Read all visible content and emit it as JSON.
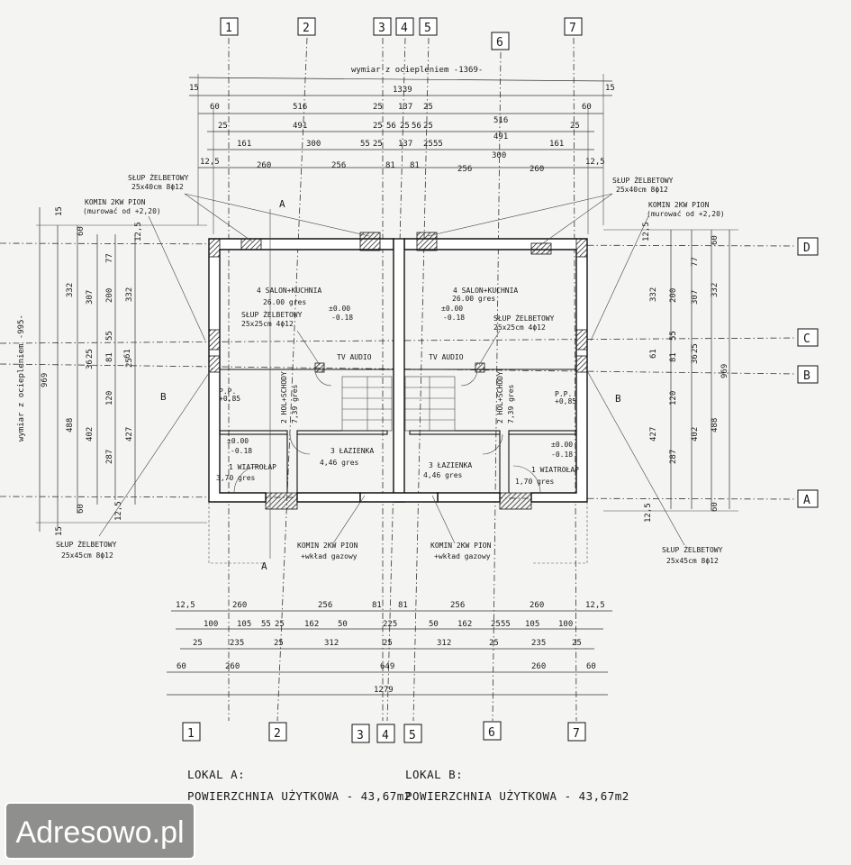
{
  "top_dims": {
    "overall_with_insulation": "wymiar z ociepleniem -1369-",
    "overall": "1339",
    "row1": [
      "15",
      "60",
      "516",
      "25",
      "137",
      "25",
      "516",
      "60",
      "15"
    ],
    "row2": [
      "25",
      "491",
      "25",
      "56",
      "25",
      "56",
      "25",
      "491",
      "25"
    ],
    "row3": [
      "161",
      "300",
      "55",
      "25",
      "137",
      "25",
      "55",
      "300",
      "161"
    ],
    "row4": [
      "12,5",
      "260",
      "256",
      "81",
      "81",
      "256",
      "260",
      "12,5"
    ]
  },
  "axes": {
    "top": [
      "1",
      "2",
      "3",
      "4",
      "5",
      "6",
      "7"
    ],
    "bottom": [
      "1",
      "2",
      "3",
      "4",
      "5",
      "6",
      "7"
    ],
    "right": [
      "D",
      "C",
      "B",
      "A"
    ]
  },
  "left_dims": {
    "overall_with_insulation": "wymiar z ociepleniem -995-",
    "overall": "969",
    "row_a": [
      "15",
      "60",
      "12,5",
      "332",
      "488",
      "60",
      "15"
    ],
    "row_b": [
      "77",
      "307",
      "25",
      "36",
      "402",
      "12,5"
    ],
    "row_c": [
      "200",
      "55",
      "81",
      "61",
      "120",
      "287"
    ],
    "row_d": [
      "332",
      "25",
      "427"
    ]
  },
  "right_dims": {
    "overall": "969",
    "row_a": [
      "60",
      "332",
      "488",
      "60"
    ],
    "row_b": [
      "12,5",
      "77",
      "307",
      "25",
      "36",
      "402",
      "12,5"
    ],
    "row_c": [
      "200",
      "55",
      "81",
      "61",
      "120",
      "287"
    ],
    "row_d": [
      "332",
      "427"
    ]
  },
  "bottom_dims": {
    "row1": [
      "12,5",
      "260",
      "256",
      "81",
      "81",
      "256",
      "260",
      "12,5"
    ],
    "row2": [
      "100",
      "105",
      "55",
      "25",
      "162",
      "50",
      "225",
      "50",
      "162",
      "25",
      "55",
      "105",
      "100"
    ],
    "row3": [
      "25",
      "235",
      "25",
      "312",
      "25",
      "312",
      "25",
      "235",
      "25"
    ],
    "row4": [
      "60",
      "260",
      "649",
      "260",
      "60"
    ],
    "overall": "1279"
  },
  "annotations": {
    "slup_top_left": [
      "SŁUP ŻELBETOWY",
      "25x40cm 8ϕ12"
    ],
    "slup_top_right": [
      "SŁUP ŻELBETOWY",
      "25x40cm 8ϕ12"
    ],
    "komin_left": [
      "KOMIN 2KW PION",
      "(murować od +2,20)"
    ],
    "komin_right": [
      "KOMIN 2KW PION",
      "(murować od +2,20)"
    ],
    "slup_mid_left": [
      "SŁUP ŻELBETOWY",
      "25x25cm 4ϕ12"
    ],
    "slup_mid_right": [
      "SŁUP ŻELBETOWY",
      "25x25cm 4ϕ12"
    ],
    "slup_bot_left": [
      "SŁUP ŻELBETOWY",
      "25x45cm 8ϕ12"
    ],
    "slup_bot_right": [
      "SŁUP ŻELBETOWY",
      "25x45cm 8ϕ12"
    ],
    "komin_gaz_left": [
      "KOMIN 2KW PION",
      "+wkład gazowy"
    ],
    "komin_gaz_right": [
      "KOMIN 2KW PION",
      "+wkład gazowy"
    ],
    "tv_audio": "TV AUDIO",
    "pp": "P.P.",
    "pp_level": "+0,85",
    "section_a": "A",
    "section_b": "B",
    "levels": [
      "±0.00",
      "-0.18"
    ]
  },
  "rooms": {
    "salon_a": {
      "name": "4 SALON+KUCHNIA",
      "area": "26.00 gres"
    },
    "salon_b": {
      "name": "4 SALON+KUCHNIA",
      "area": "26.00 gres"
    },
    "hol_a": {
      "name": "2 HOL+SCHODY",
      "area": "7,39 gres"
    },
    "hol_b": {
      "name": "2 HOL+SCHODY",
      "area": "7,39 gres"
    },
    "lazienka_a": {
      "name": "3 ŁAZIENKA",
      "area": "4,46 gres"
    },
    "lazienka_b": {
      "name": "3 ŁAZIENKA",
      "area": "4,46 gres"
    },
    "wiatrolap_a": {
      "name": "1 WIATROŁAP",
      "area": "3,70 gres"
    },
    "wiatrolap_b": {
      "name": "1 WIATROŁAP",
      "area": "1,70 gres"
    }
  },
  "footer": {
    "lokal_a": "LOKAL A:",
    "lokal_a_area": "POWIERZCHNIA UŻYTKOWA - 43,67m2",
    "lokal_b": "LOKAL B:",
    "lokal_b_area": "POWIERZCHNIA UŻYTKOWA - 43,67m2"
  },
  "brand": "Adresowo.pl"
}
